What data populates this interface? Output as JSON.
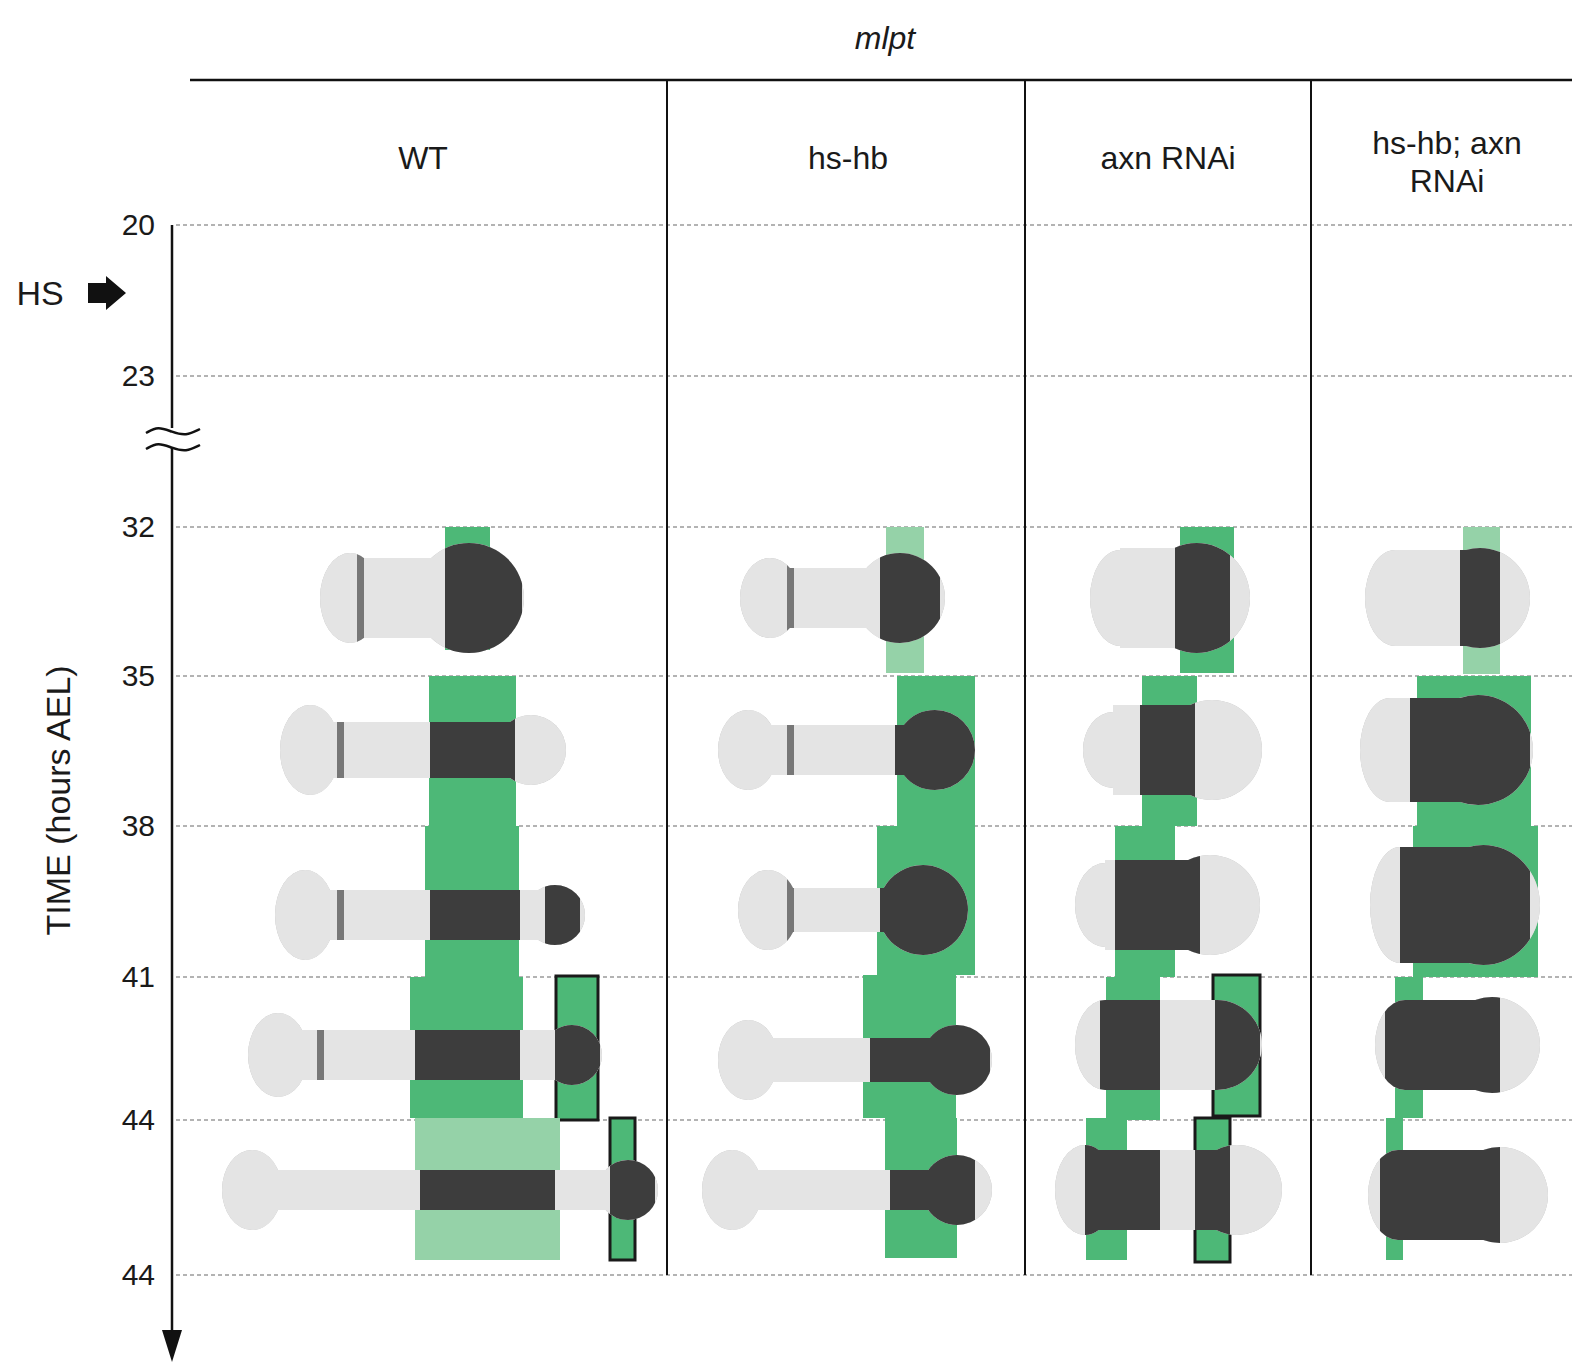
{
  "diagram": {
    "title": "mlpt",
    "labels": [
      "WT",
      "hs-hb",
      "axn RNAi",
      "hs-hb; axn RNAi",
      "HS",
      "20",
      "23",
      "32",
      "35",
      "38",
      "41",
      "44",
      "44",
      "TIME (hours AEL)"
    ]
  }
}
